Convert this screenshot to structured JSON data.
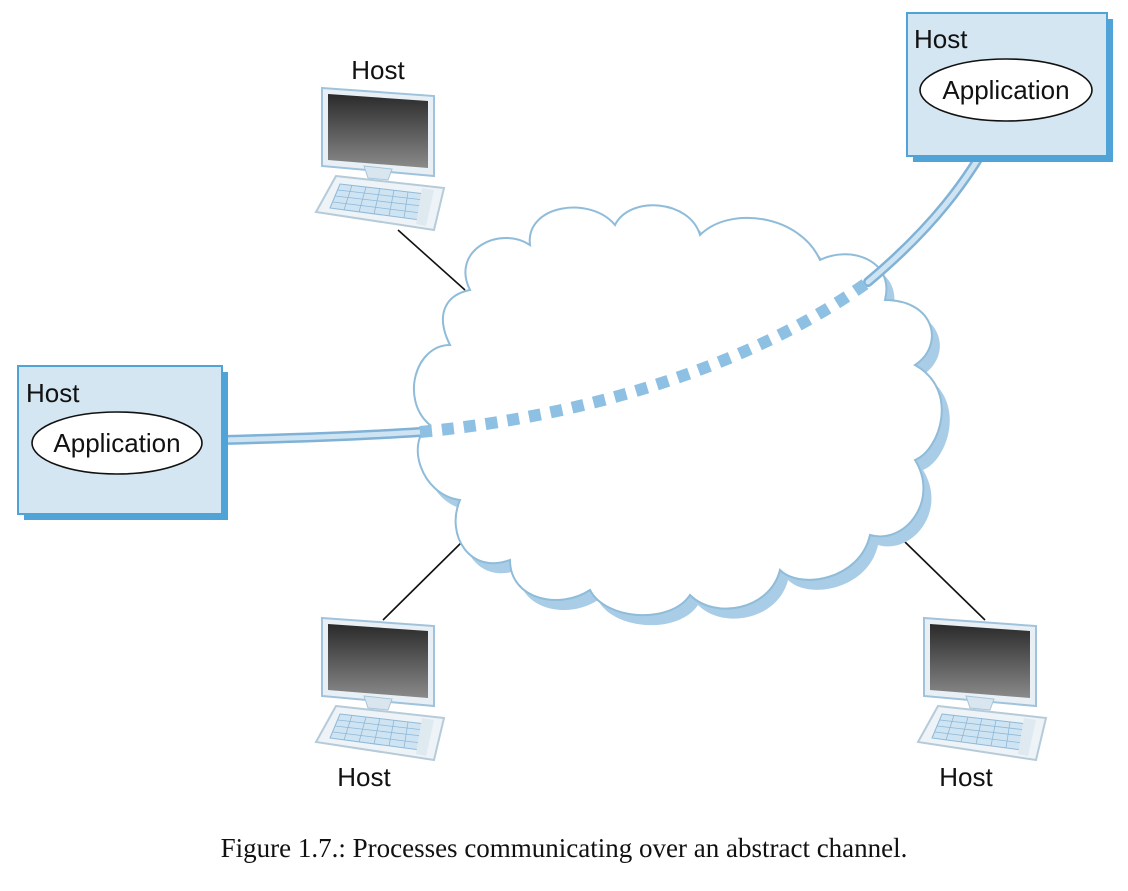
{
  "hosts": {
    "top_left_label": "Host",
    "bottom_left_label": "Host",
    "bottom_right_label": "Host",
    "left_box": {
      "label": "Host",
      "app_label": "Application"
    },
    "right_box": {
      "label": "Host",
      "app_label": "Application"
    }
  },
  "caption": "Figure 1.7.: Processes communicating over an abstract channel.",
  "colors": {
    "cloud_fill": "#ffffff",
    "cloud_stroke": "#8fbcd9",
    "cloud_shadow": "#a9cde6",
    "box_fill": "#d4e6f1",
    "box_edge": "#4fa3d6",
    "channel": "#9cc7e4"
  }
}
